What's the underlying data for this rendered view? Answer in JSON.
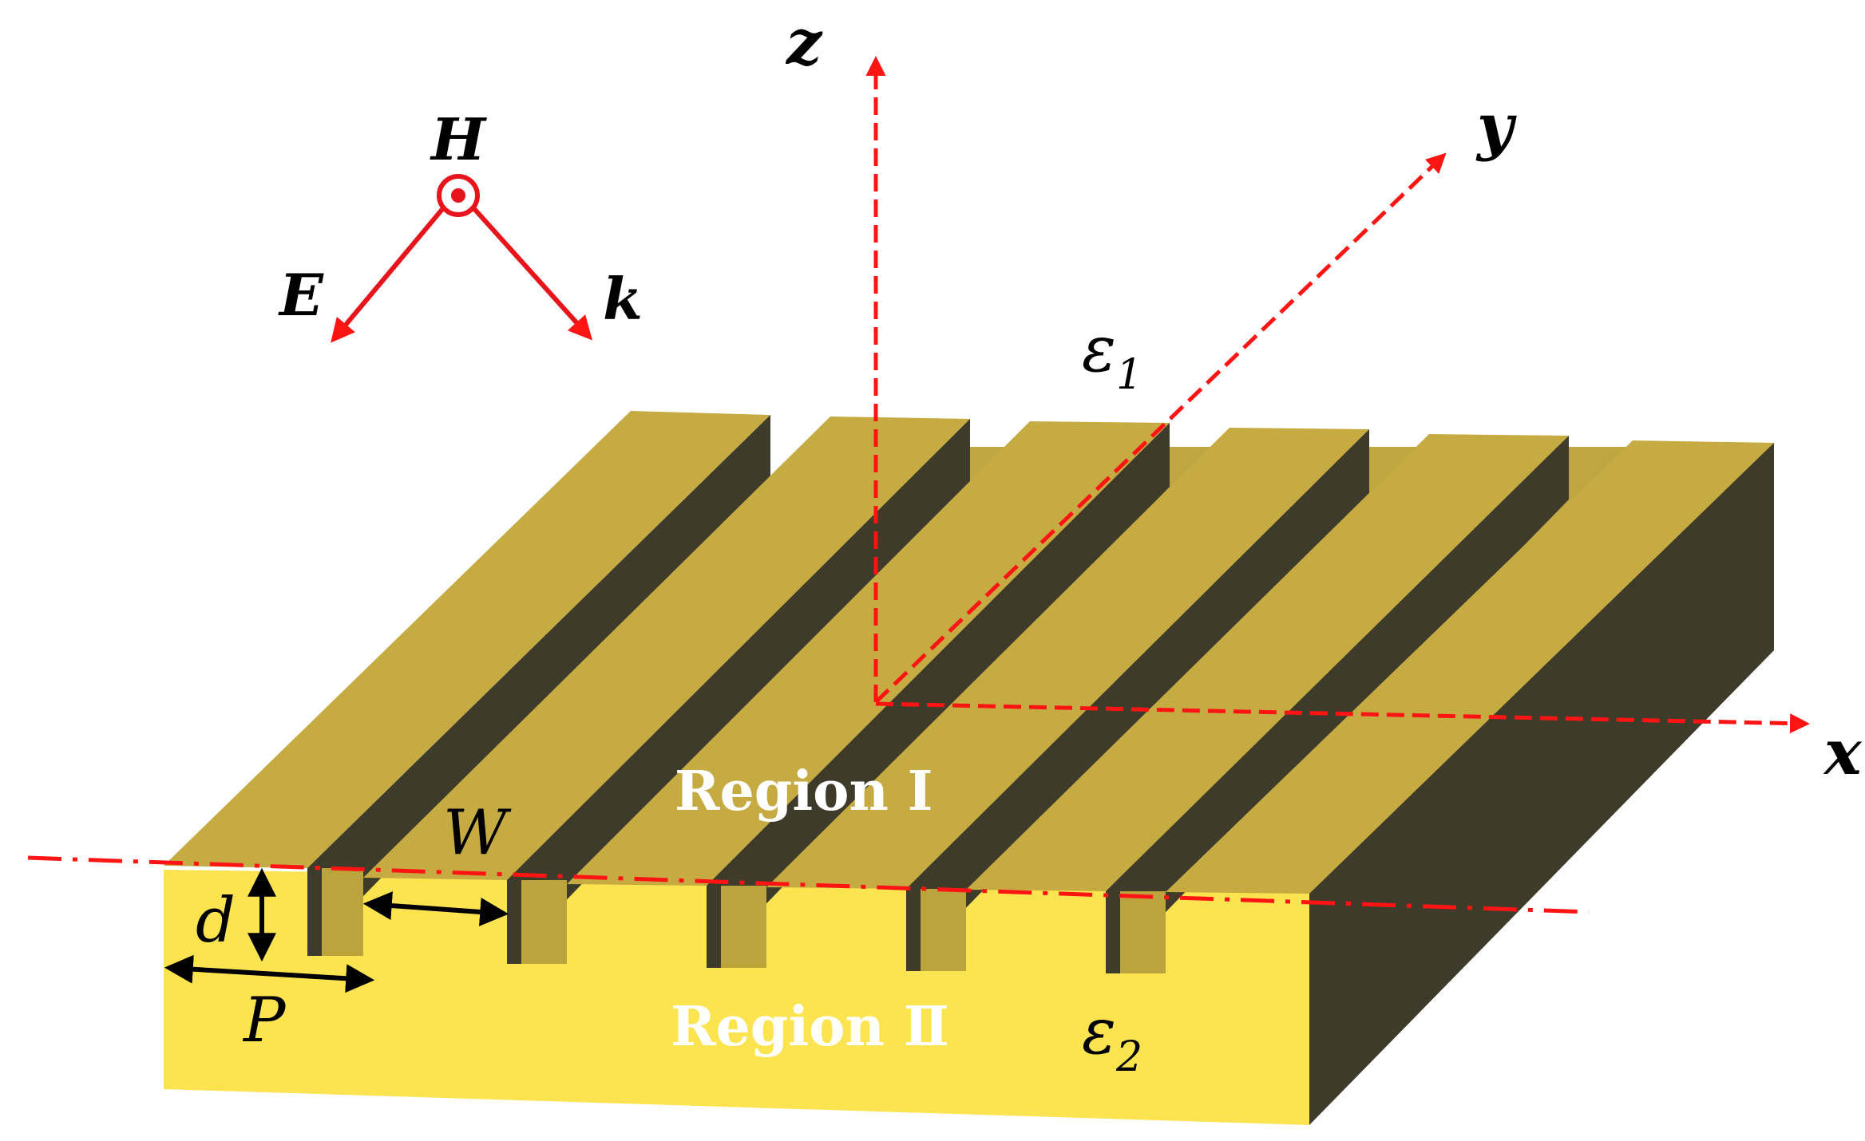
{
  "colors": {
    "gold_top": "#c6ab42",
    "gold_top_light": "#c9b14a",
    "groove_floor": "#bfa640",
    "dark_side": "#3f3b2a",
    "front_face": "#fbe44f",
    "groove_front": "#bca43c",
    "axis_red": "#ff1414",
    "wave_red": "#e8141c",
    "label_black": "#000000",
    "region_text": "#ffffff"
  },
  "axes": {
    "x": "x",
    "y": "y",
    "z": "z"
  },
  "wave": {
    "H": "H",
    "E": "E",
    "k": "k"
  },
  "dimensions": {
    "W": "W",
    "d": "d",
    "P": "P"
  },
  "media": {
    "eps1": {
      "symbol": "ε",
      "subscript": "1"
    },
    "eps2": {
      "symbol": "ε",
      "subscript": "2"
    }
  },
  "regions": {
    "region1": "Region Ⅰ",
    "region2": "Region Ⅱ"
  }
}
